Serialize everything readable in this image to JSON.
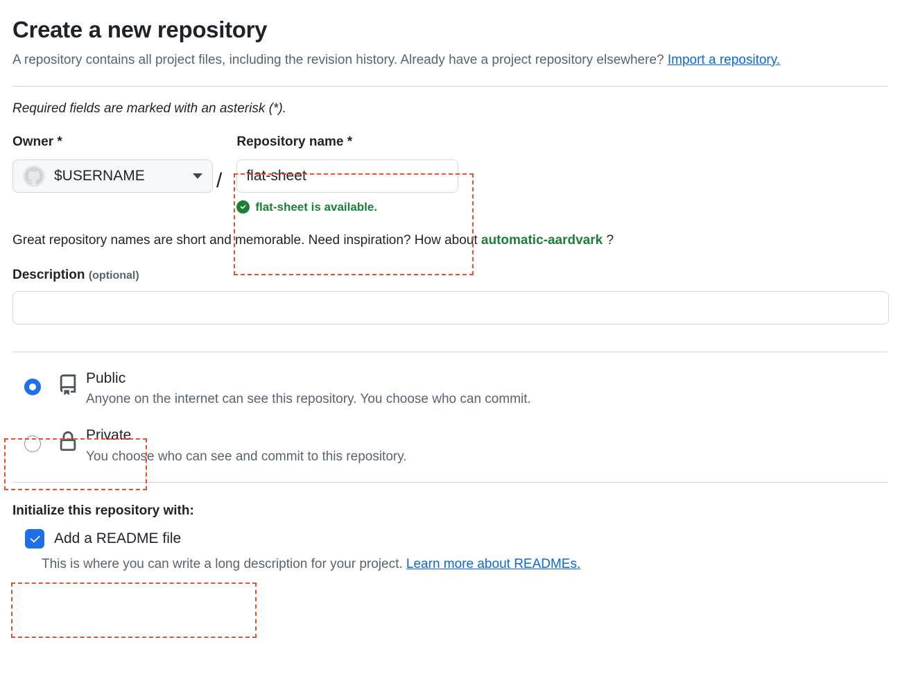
{
  "header": {
    "title": "Create a new repository",
    "description_part1": "A repository contains all project files, including the revision history. Already have a project repository elsewhere?",
    "import_link": "Import a repository.",
    "required_note": "Required fields are marked with an asterisk (*)."
  },
  "owner": {
    "label": "Owner *",
    "value": "$USERNAME",
    "avatar_icon": "github-mark-avatar",
    "chevron_icon": "chevron-down-icon",
    "separator": "/"
  },
  "repository_name": {
    "label": "Repository name *",
    "value": "flat-sheet",
    "placeholder": "",
    "availability_icon": "check-circle-fill-icon",
    "availability_message": "flat-sheet is available."
  },
  "inspiration": {
    "text_before": "Great repository names are short and memorable. Need inspiration? How about",
    "suggestion": "automatic-aardvark",
    "text_after": "?"
  },
  "description": {
    "label": "Description",
    "optional_label": "(optional)",
    "value": "",
    "placeholder": ""
  },
  "visibility": {
    "options": [
      {
        "id": "public",
        "title": "Public",
        "subtitle": "Anyone on the internet can see this repository. You choose who can commit.",
        "icon": "repo-book-icon",
        "selected": true
      },
      {
        "id": "private",
        "title": "Private",
        "subtitle": "You choose who can see and commit to this repository.",
        "icon": "lock-icon",
        "selected": false
      }
    ]
  },
  "initialize": {
    "title": "Initialize this repository with:",
    "readme_label": "Add a README file",
    "readme_checked": true,
    "readme_description": "This is where you can write a long description for your project.",
    "readme_link": "Learn more about READMEs."
  },
  "colors": {
    "accent_blue": "#0969da",
    "selected_blue": "#1f6feb",
    "success_green": "#1a7f37",
    "annotation_orange": "#e8502a",
    "muted_text": "#59636e",
    "border": "#d1d9e0"
  },
  "annotations": [
    {
      "name": "repository-name-highlight"
    },
    {
      "name": "public-option-highlight"
    },
    {
      "name": "initialize-section-highlight"
    }
  ]
}
